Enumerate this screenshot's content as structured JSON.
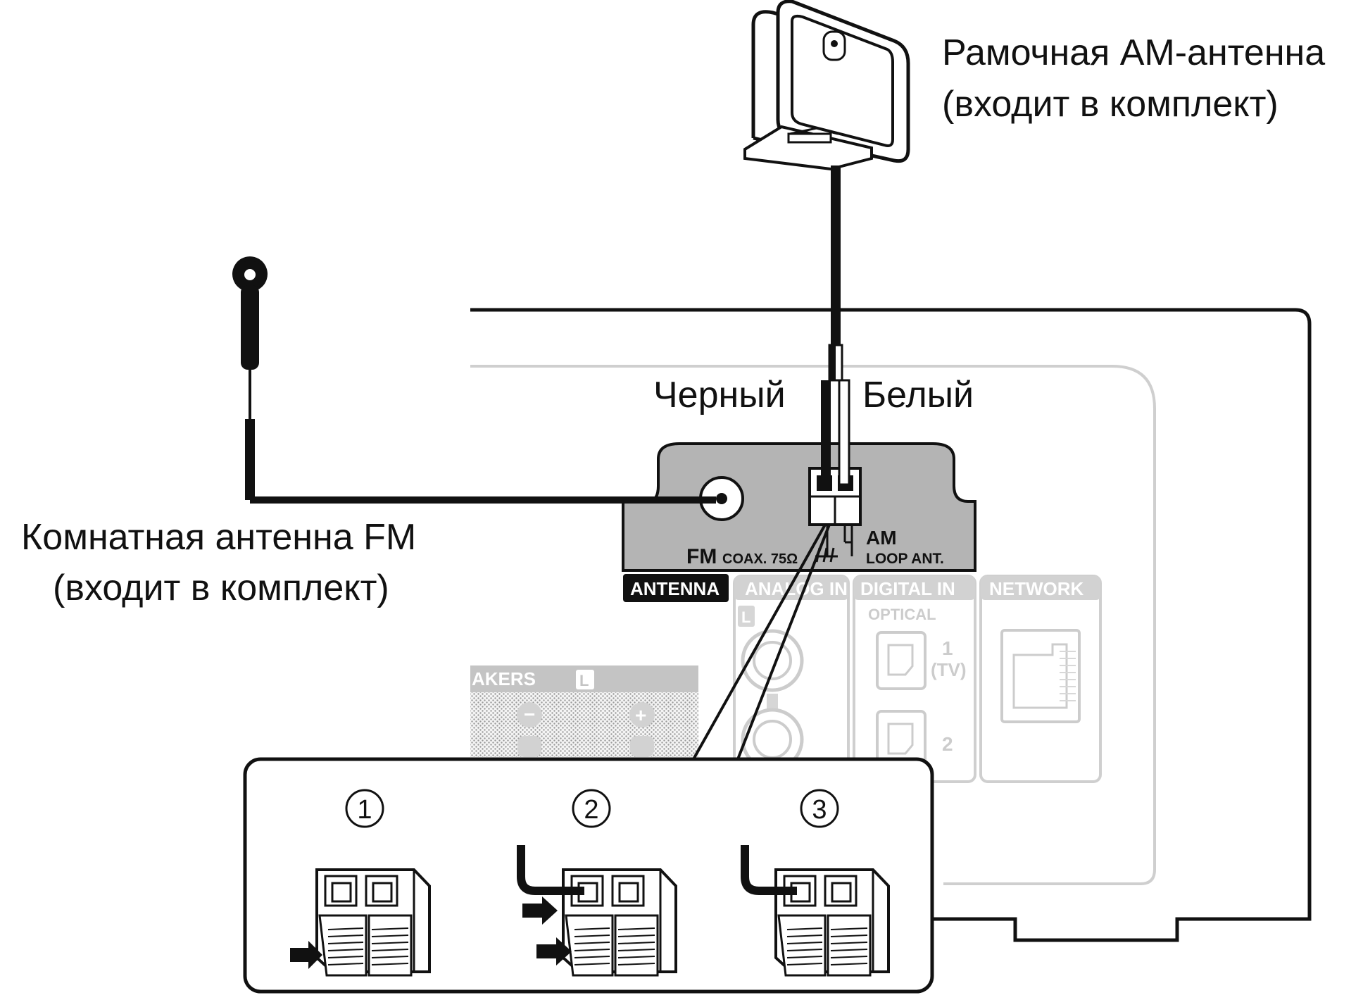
{
  "labels": {
    "am_antenna_line1": "Рамочная АМ-антенна",
    "am_antenna_line2": "(входит в комплект)",
    "fm_antenna_line1": "Комнатная антенна FM",
    "fm_antenna_line2": "(входит в комплект)",
    "black_wire": "Черный",
    "white_wire": "Белый"
  },
  "panel": {
    "fm_label": "FM",
    "fm_coax": "COAX. 75Ω",
    "am_label": "AM",
    "am_loop": "LOOP ANT.",
    "antenna": "ANTENNA",
    "analog_in": "ANALOG IN",
    "analog_l": "L",
    "digital_in": "DIGITAL IN",
    "optical": "OPTICAL",
    "optical_1": "1",
    "optical_tv": "(TV)",
    "optical_2": "2",
    "network": "NETWORK",
    "speakers": "AKERS",
    "speakers_l": "L",
    "minus": "−",
    "plus": "+"
  },
  "steps": [
    {
      "number": "1"
    },
    {
      "number": "2"
    },
    {
      "number": "3"
    }
  ],
  "colors": {
    "line": "#111111",
    "faded_line": "#c8c8c8",
    "panel_gray": "#b4b4b4",
    "label_black": "#111111"
  }
}
